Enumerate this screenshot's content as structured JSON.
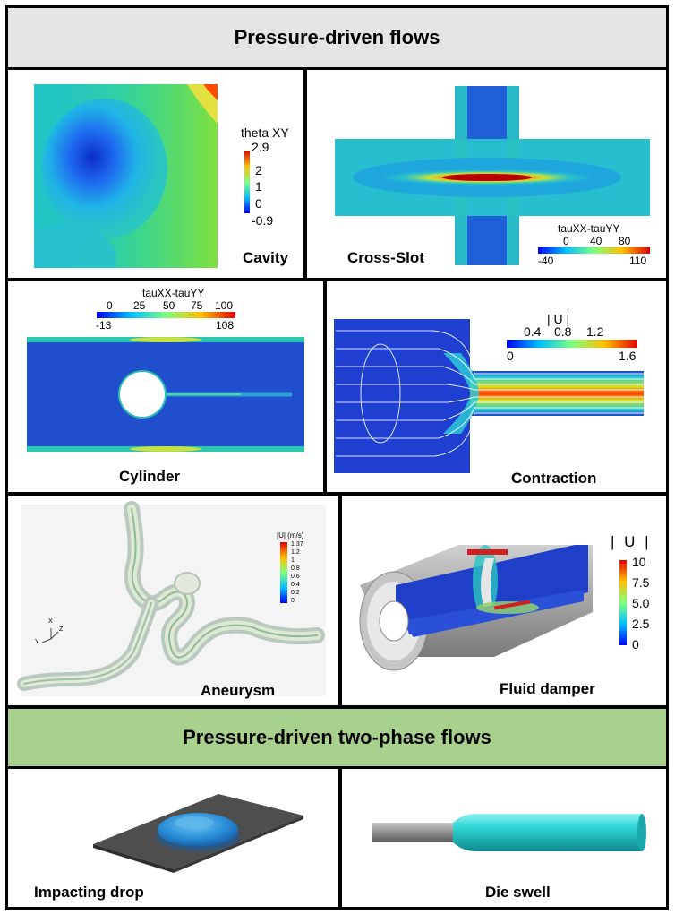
{
  "headers": {
    "single_phase": "Pressure-driven flows",
    "two_phase": "Pressure-driven two-phase flows"
  },
  "colors": {
    "header_gray": "#e5e5e5",
    "header_green": "#a9d18e",
    "field_blue": "#1f3fc4",
    "jet": [
      "#00007f",
      "#0000ff",
      "#007fff",
      "#00ffff",
      "#7fff7f",
      "#ffff00",
      "#ff7f00",
      "#ff0000",
      "#7f0000"
    ]
  },
  "panels": {
    "cavity": {
      "label": "Cavity",
      "colorbar": {
        "title": "theta XY",
        "ticks": [
          "2.9",
          "2",
          "1",
          "0",
          "-0.9"
        ]
      }
    },
    "cross_slot": {
      "label": "Cross-Slot",
      "colorbar": {
        "title": "tauXX-tauYY",
        "top_ticks": [
          "0",
          "40",
          "80"
        ],
        "min": "-40",
        "max": "110"
      }
    },
    "cylinder": {
      "label": "Cylinder",
      "colorbar": {
        "title": "tauXX-tauYY",
        "top_ticks": [
          "0",
          "25",
          "50",
          "75",
          "100"
        ],
        "min": "-13",
        "max": "108"
      }
    },
    "contraction": {
      "label": "Contraction",
      "colorbar": {
        "title": "| U |",
        "top_ticks": [
          "0.4",
          "0.8",
          "1.2"
        ],
        "min": "0",
        "max": "1.6"
      }
    },
    "aneurysm": {
      "label": "Aneurysm",
      "colorbar": {
        "title": "|U| (m/s)",
        "ticks": [
          "1.37",
          "1.2",
          "1",
          "0.8",
          "0.6",
          "0.4",
          "0.2",
          "0"
        ]
      },
      "axes": {
        "x": "X",
        "y": "Y",
        "z": "Z"
      }
    },
    "fluid_damper": {
      "label": "Fluid damper",
      "colorbar": {
        "title": "| U |",
        "ticks": [
          "10",
          "7.5",
          "5.0",
          "2.5",
          "0"
        ]
      }
    },
    "impacting_drop": {
      "label": "Impacting drop"
    },
    "die_swell": {
      "label": "Die swell"
    }
  }
}
